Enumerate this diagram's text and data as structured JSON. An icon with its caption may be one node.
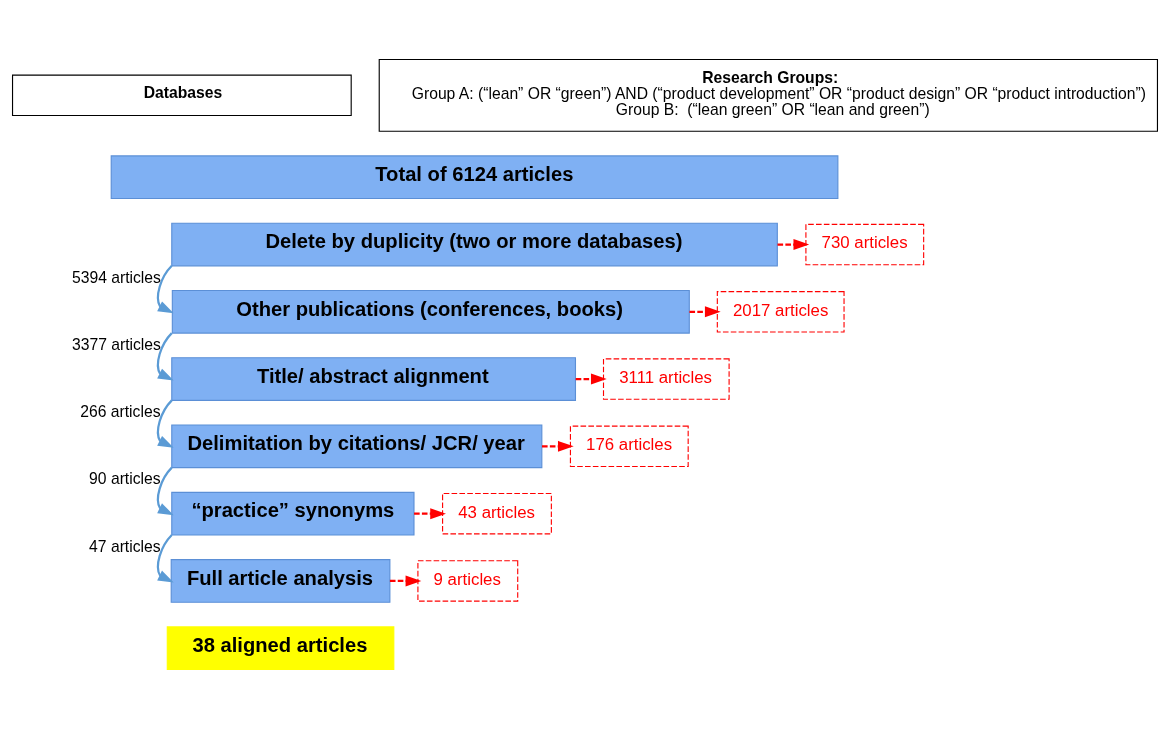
{
  "diagram": {
    "nodes": [
      {
        "text": [
          "Databases"
        ]
      },
      {
        "text": [
          "Research Groups:",
          "Group A: (“lean” OR “green”) AND (“product development” OR “product design” OR “product introduction”)",
          "Group B:  (“lean green” OR “lean and green”)"
        ]
      },
      {
        "text": [
          "Total of 6124 articles"
        ]
      },
      {
        "text": [
          "Delete by duplicity (two or more databases)"
        ]
      },
      {
        "text": [
          "Other publications (conferences, books)"
        ]
      },
      {
        "text": [
          "Title/ abstract alignment"
        ]
      },
      {
        "text": [
          "Delimitation by citations/ JCR/ year"
        ]
      },
      {
        "text": [
          "“practice” synonyms"
        ]
      },
      {
        "text": [
          "Full article analysis"
        ]
      },
      {
        "text": [
          "38 aligned articles"
        ]
      },
      {
        "text": [
          "730 articles"
        ]
      },
      {
        "text": [
          "2017 articles"
        ]
      },
      {
        "text": [
          "3111 articles"
        ]
      },
      {
        "text": [
          "176 articles"
        ]
      },
      {
        "text": [
          "43 articles"
        ]
      },
      {
        "text": [
          "9 articles"
        ]
      }
    ],
    "edges": [
      {
        "from": 3,
        "to": 4,
        "arrow": "to",
        "label": "5394 articles",
        "color": "#5b9bd5"
      },
      {
        "from": 4,
        "to": 5,
        "arrow": "to",
        "label": "3377 articles",
        "color": "#5b9bd5"
      },
      {
        "from": 5,
        "to": 6,
        "arrow": "to",
        "label": "266 articles",
        "color": "#5b9bd5"
      },
      {
        "from": 6,
        "to": 7,
        "arrow": "to",
        "label": "90 articles",
        "color": "#5b9bd5"
      },
      {
        "from": 7,
        "to": 8,
        "arrow": "to",
        "label": "47 articles",
        "color": "#5b9bd5"
      },
      {
        "from": 3,
        "to": 10,
        "arrow": "to",
        "style": "dashed"
      },
      {
        "from": 4,
        "to": 11,
        "arrow": "to",
        "style": "dashed"
      },
      {
        "from": 5,
        "to": 12,
        "arrow": "to",
        "style": "dashed"
      },
      {
        "from": 6,
        "to": 13,
        "arrow": "to",
        "style": "dashed"
      },
      {
        "from": 7,
        "to": 14,
        "arrow": "to",
        "style": "dashed"
      },
      {
        "from": 8,
        "to": 15,
        "arrow": "to",
        "style": "dashed"
      }
    ]
  }
}
